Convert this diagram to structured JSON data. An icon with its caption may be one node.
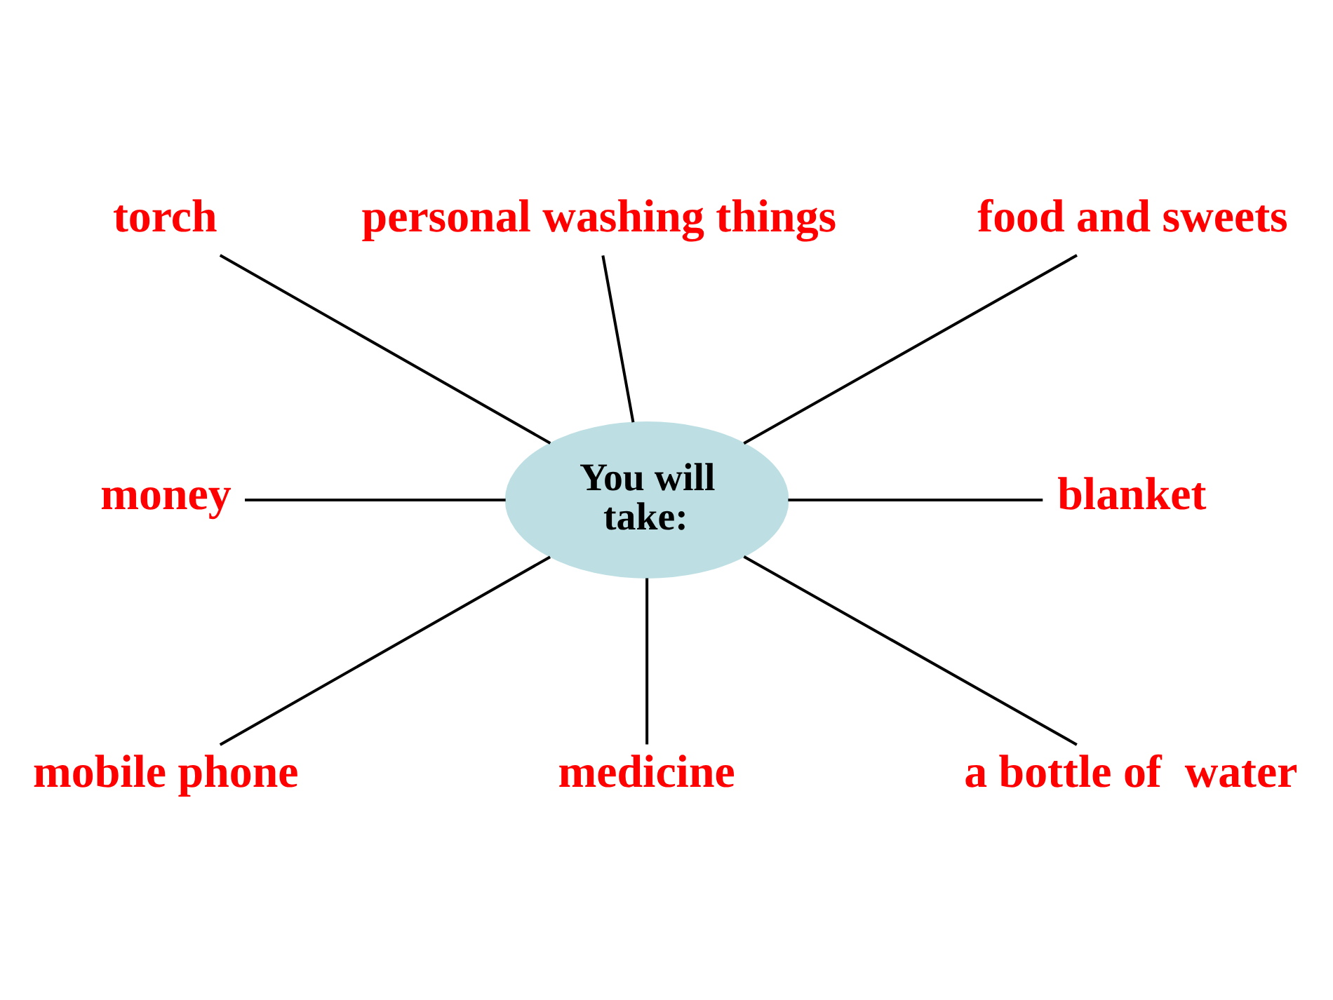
{
  "diagram": {
    "nodes": [
      {
        "text": [
          "personal washing things"
        ]
      },
      {
        "text": [
          "torch"
        ]
      },
      {
        "text": [
          "food and sweets"
        ]
      },
      {
        "text": [
          "money"
        ]
      },
      {
        "text": [
          "You will take:"
        ]
      },
      {
        "text": [
          "blanket"
        ]
      },
      {
        "text": [
          "mobile phone"
        ]
      },
      {
        "text": [
          "a bottle of  water"
        ]
      },
      {
        "text": [
          "medicine"
        ]
      }
    ],
    "edges": [
      {
        "from": 4,
        "to": 0,
        "arrow": "none"
      },
      {
        "from": 4,
        "to": 2,
        "arrow": "none"
      },
      {
        "from": 4,
        "to": 5,
        "arrow": "none"
      },
      {
        "from": 4,
        "to": 7,
        "arrow": "none"
      },
      {
        "from": 4,
        "to": 8,
        "arrow": "none"
      },
      {
        "from": 4,
        "to": 6,
        "arrow": "none"
      },
      {
        "from": 4,
        "to": 3,
        "arrow": "none"
      },
      {
        "from": 4,
        "to": 1,
        "arrow": "none"
      }
    ]
  }
}
